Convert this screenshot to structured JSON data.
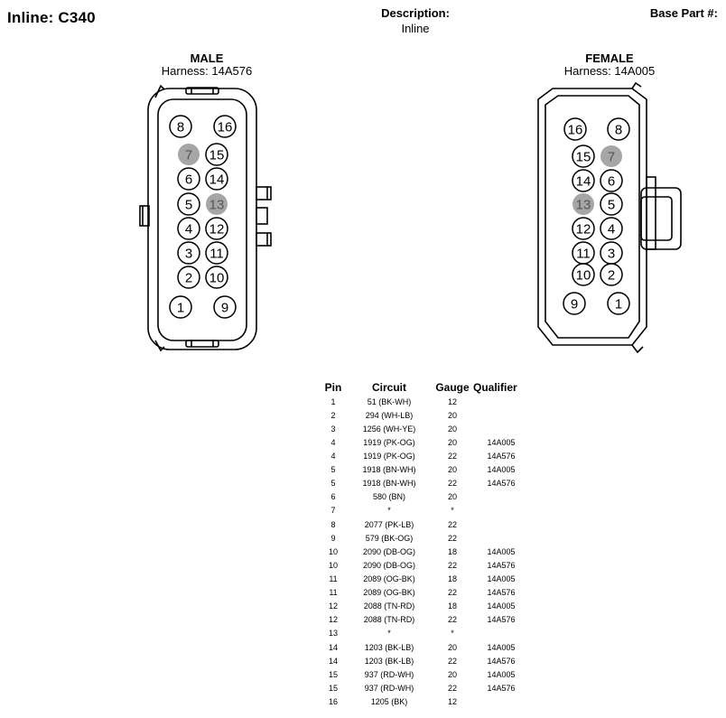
{
  "header": {
    "title": "Inline: C340",
    "description_label": "Description:",
    "description_value": "Inline",
    "base_part_label": "Base Part #:"
  },
  "male": {
    "label": "MALE",
    "harness": "Harness: 14A576",
    "pins": [
      "8",
      "16",
      "7",
      "15",
      "6",
      "14",
      "5",
      "13",
      "4",
      "12",
      "3",
      "11",
      "2",
      "10",
      "1",
      "9"
    ],
    "shaded_pins": [
      "7",
      "13"
    ]
  },
  "female": {
    "label": "FEMALE",
    "harness": "Harness: 14A005",
    "pins": [
      "16",
      "8",
      "15",
      "7",
      "14",
      "6",
      "13",
      "5",
      "12",
      "4",
      "11",
      "3",
      "10",
      "2",
      "9",
      "1"
    ],
    "shaded_pins": [
      "7",
      "13"
    ]
  },
  "colors": {
    "outline": "#000000",
    "shaded_pin": "#a6a6a6",
    "background": "#ffffff"
  },
  "table": {
    "headers": [
      "Pin",
      "Circuit",
      "Gauge",
      "Qualifier"
    ],
    "rows": [
      [
        "1",
        "51 (BK-WH)",
        "12",
        ""
      ],
      [
        "2",
        "294 (WH-LB)",
        "20",
        ""
      ],
      [
        "3",
        "1256 (WH-YE)",
        "20",
        ""
      ],
      [
        "4",
        "1919 (PK-OG)",
        "20",
        "14A005"
      ],
      [
        "4",
        "1919 (PK-OG)",
        "22",
        "14A576"
      ],
      [
        "5",
        "1918 (BN-WH)",
        "20",
        "14A005"
      ],
      [
        "5",
        "1918 (BN-WH)",
        "22",
        "14A576"
      ],
      [
        "6",
        "580 (BN)",
        "20",
        ""
      ],
      [
        "7",
        "*",
        "*",
        ""
      ],
      [
        "8",
        "2077 (PK-LB)",
        "22",
        ""
      ],
      [
        "9",
        "579 (BK-OG)",
        "22",
        ""
      ],
      [
        "10",
        "2090 (DB-OG)",
        "18",
        "14A005"
      ],
      [
        "10",
        "2090 (DB-OG)",
        "22",
        "14A576"
      ],
      [
        "11",
        "2089 (OG-BK)",
        "18",
        "14A005"
      ],
      [
        "11",
        "2089 (OG-BK)",
        "22",
        "14A576"
      ],
      [
        "12",
        "2088 (TN-RD)",
        "18",
        "14A005"
      ],
      [
        "12",
        "2088 (TN-RD)",
        "22",
        "14A576"
      ],
      [
        "13",
        "*",
        "*",
        ""
      ],
      [
        "14",
        "1203 (BK-LB)",
        "20",
        "14A005"
      ],
      [
        "14",
        "1203 (BK-LB)",
        "22",
        "14A576"
      ],
      [
        "15",
        "937 (RD-WH)",
        "20",
        "14A005"
      ],
      [
        "15",
        "937 (RD-WH)",
        "22",
        "14A576"
      ],
      [
        "16",
        "1205 (BK)",
        "12",
        ""
      ]
    ]
  }
}
